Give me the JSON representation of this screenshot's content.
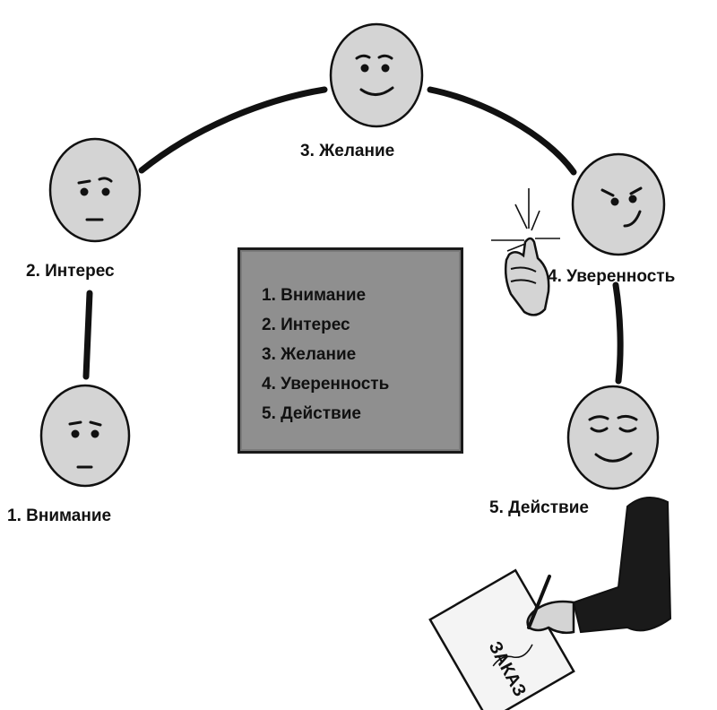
{
  "stages": [
    {
      "id": "stage-1",
      "label": "1. Внимание"
    },
    {
      "id": "stage-2",
      "label": "2. Интерес"
    },
    {
      "id": "stage-3",
      "label": "3. Желание"
    },
    {
      "id": "stage-4",
      "label": "4. Уверенность"
    },
    {
      "id": "stage-5",
      "label": "5. Действие"
    }
  ],
  "legend": {
    "items": [
      "1. Внимание",
      "2. Интерес",
      "3. Желание",
      "4. Уверенность",
      "5. Действие"
    ]
  },
  "document": {
    "text": "ЗАКАЗ"
  },
  "icons": [
    "neutral-face-icon",
    "skeptical-face-icon",
    "smiling-face-icon",
    "confident-face-icon",
    "content-face-icon",
    "snapping-fingers-hand-icon",
    "hand-signing-document-icon"
  ],
  "colors": {
    "face_fill": "#d4d4d4",
    "legend_fill": "#8f8f8f",
    "ink": "#111111"
  }
}
